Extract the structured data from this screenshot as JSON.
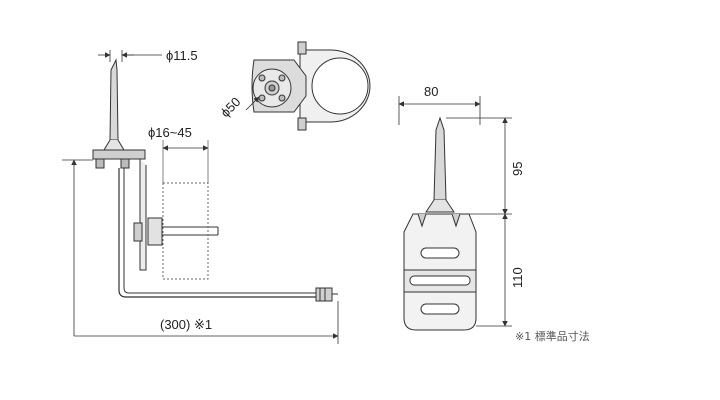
{
  "dimensions": {
    "rod_diameter": "ϕ11.5",
    "pole_range": "ϕ16~45",
    "base_diameter": "ϕ50",
    "width": "80",
    "upper_height": "95",
    "lower_height": "110",
    "cable_length": "(300) ※1"
  },
  "note": "※1 標準品寸法"
}
